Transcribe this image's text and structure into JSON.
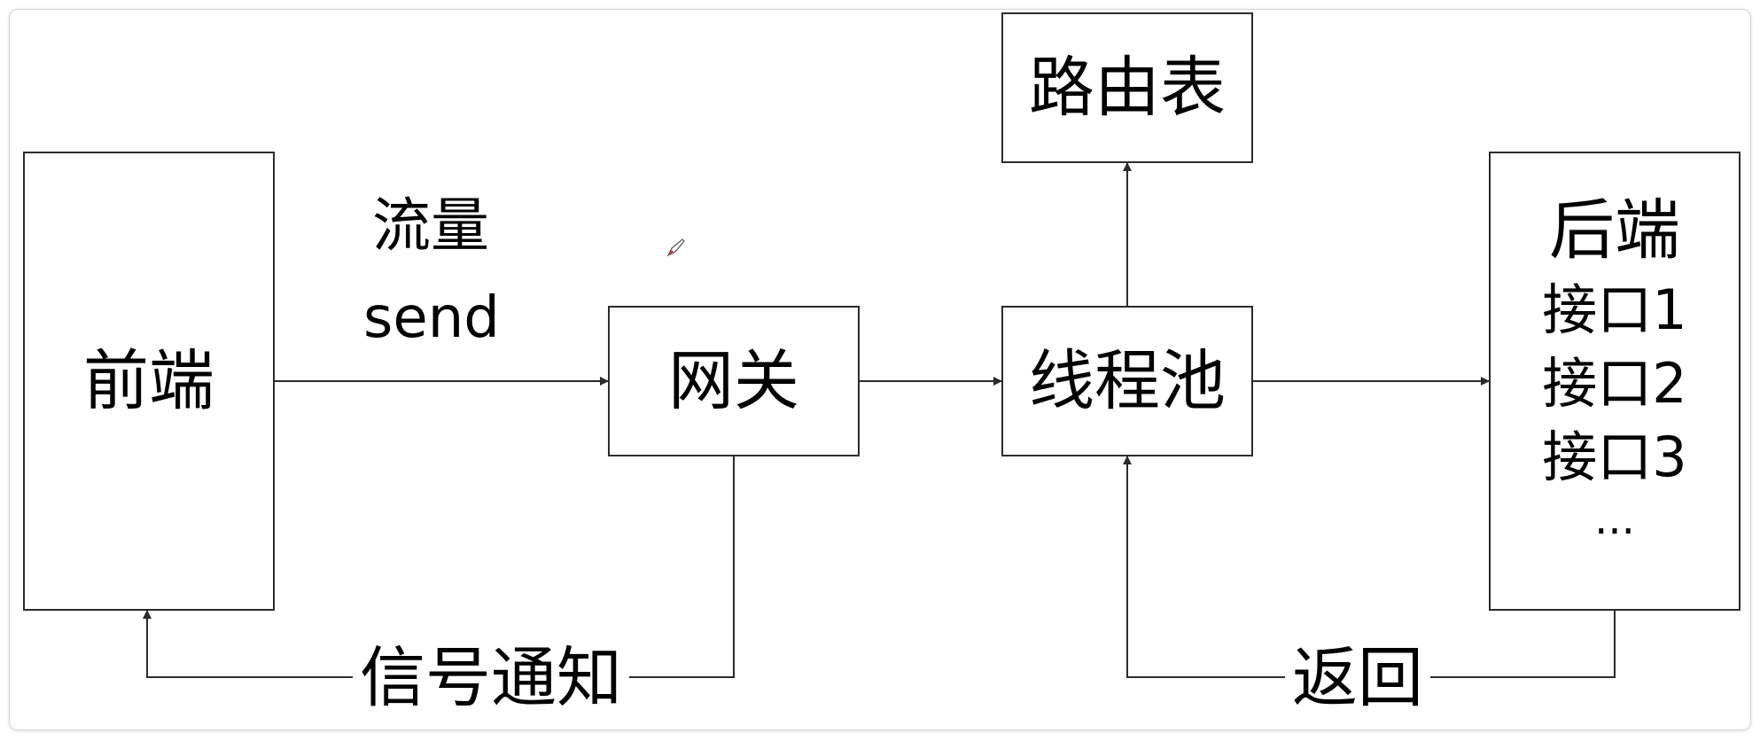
{
  "diagram": {
    "nodes": {
      "frontend": "前端",
      "gateway": "网关",
      "threadpool": "线程池",
      "routing_table": "路由表",
      "backend": {
        "title": "后端",
        "interfaces": [
          "接口1",
          "接口2",
          "接口3"
        ],
        "more": "..."
      }
    },
    "edges": {
      "frontend_to_gateway_line1": "流量",
      "frontend_to_gateway_line2": "send",
      "gateway_to_frontend": "信号通知",
      "backend_to_threadpool": "返回"
    }
  }
}
